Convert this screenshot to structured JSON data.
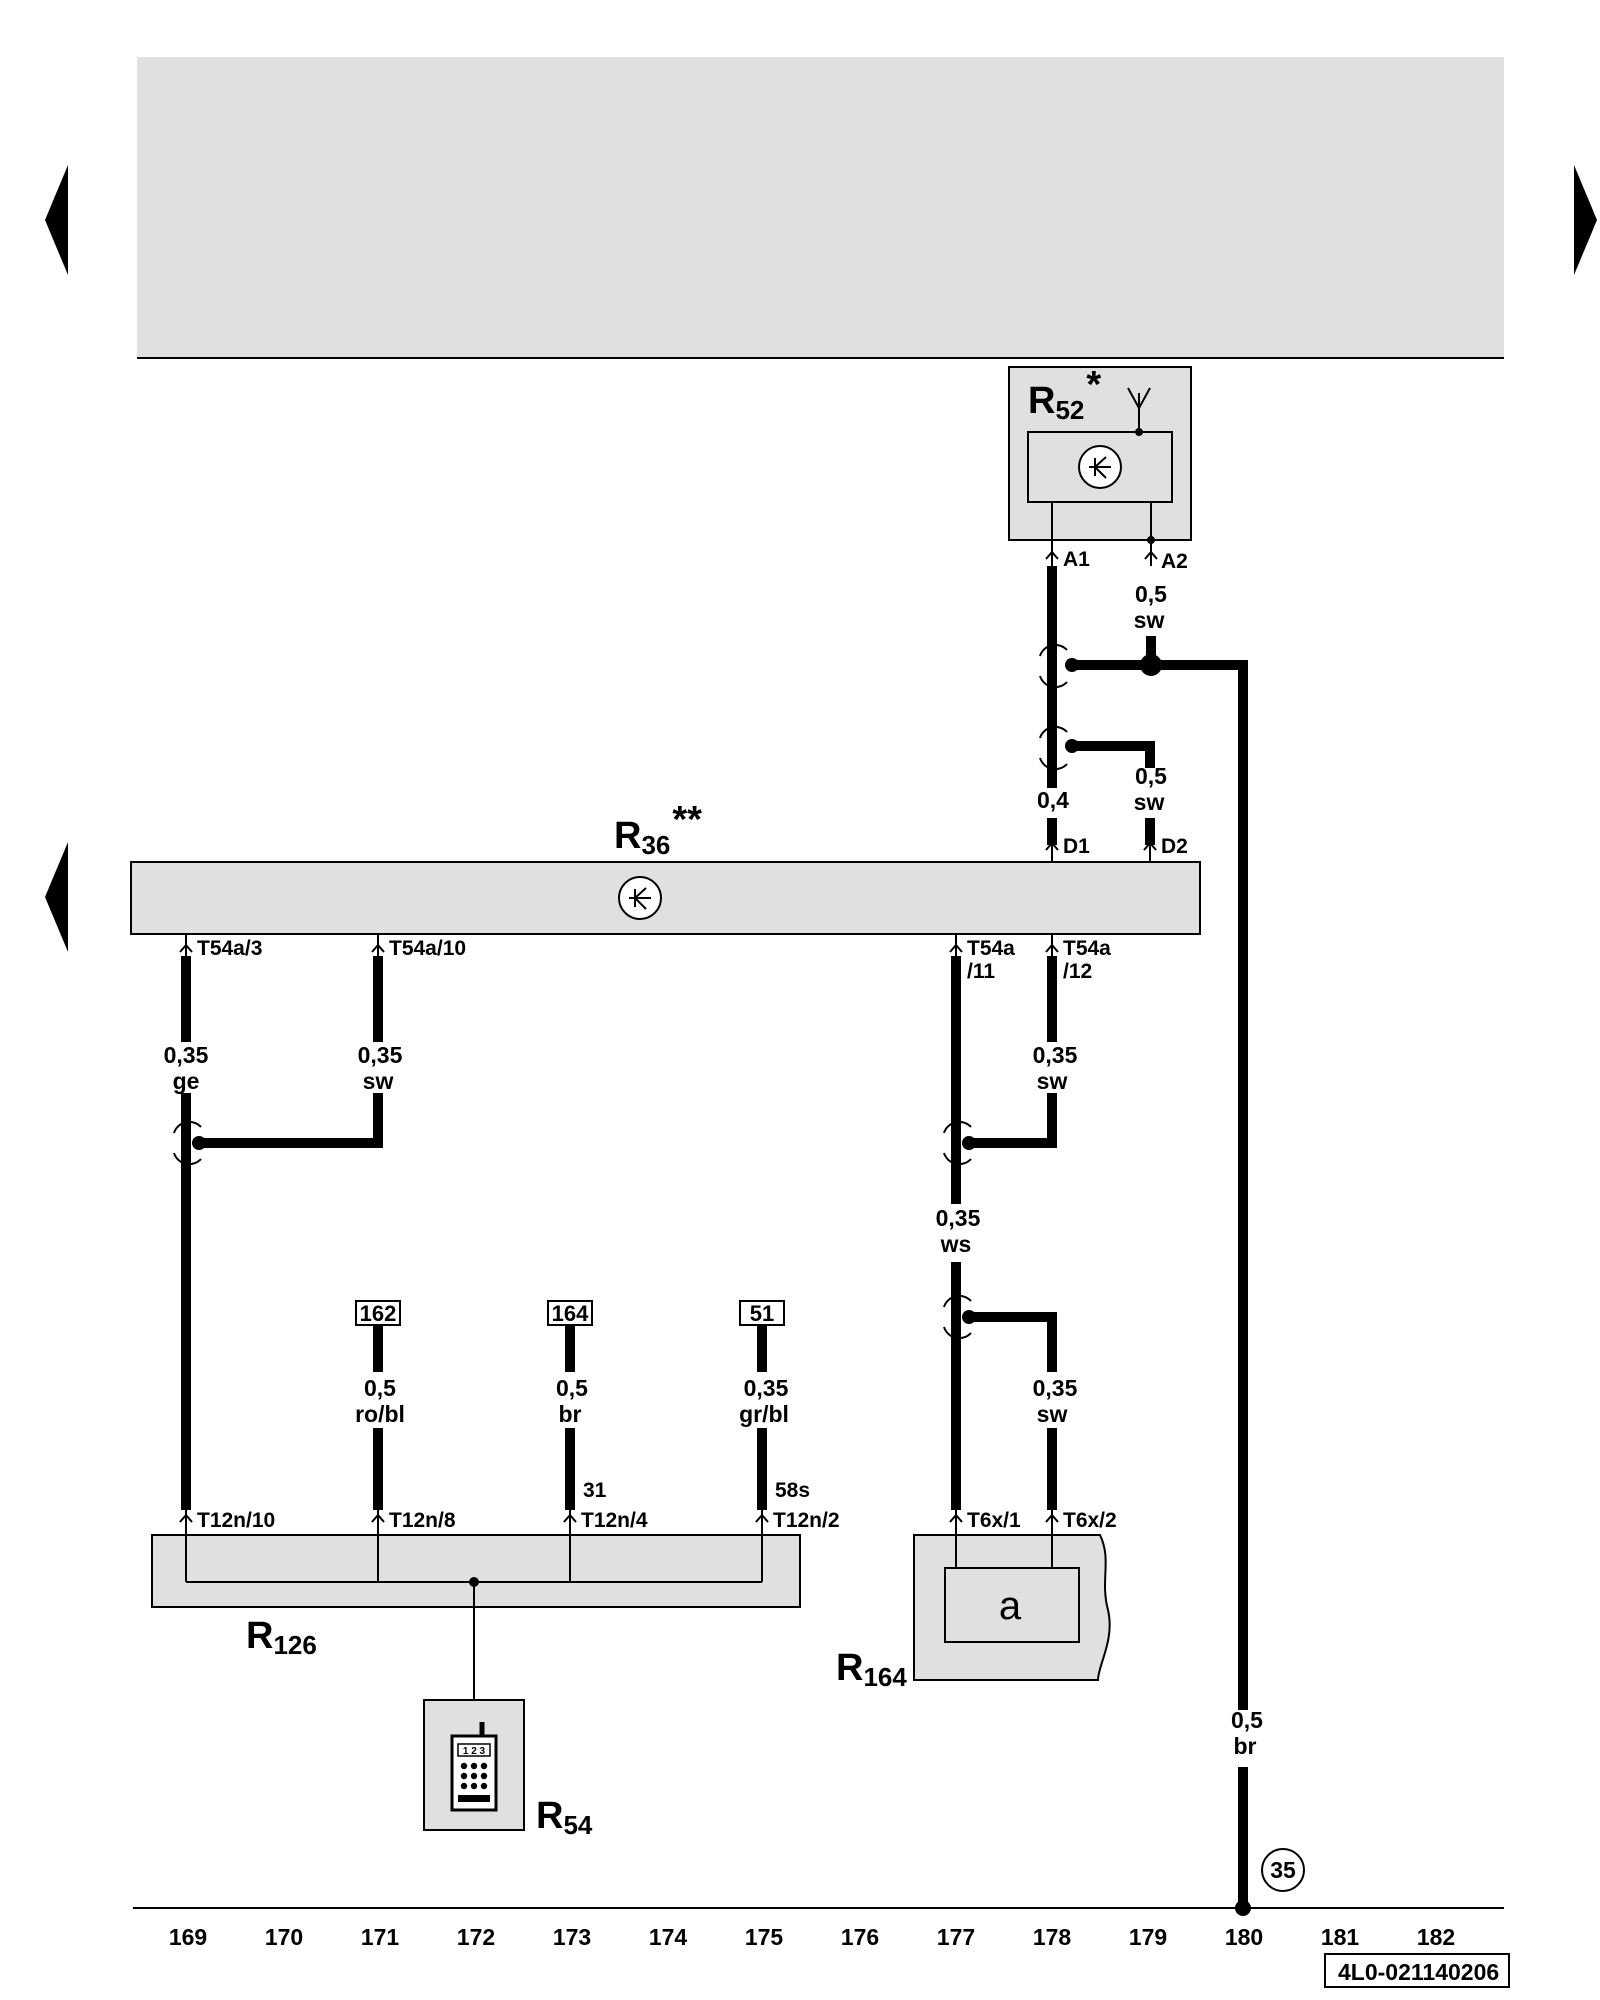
{
  "components": {
    "r52": {
      "name": "R",
      "sub": "52",
      "mark": "*"
    },
    "r36": {
      "name": "R",
      "sub": "36",
      "mark": "**"
    },
    "r126": {
      "name": "R",
      "sub": "126"
    },
    "r164": {
      "name": "R",
      "sub": "164",
      "inner": "a"
    },
    "r54": {
      "name": "R",
      "sub": "54",
      "keypad": "1 2 3"
    }
  },
  "pins": {
    "a1": "A1",
    "a2": "A2",
    "d1": "D1",
    "d2": "D2",
    "t54a3": "T54a/3",
    "t54a10": "T54a/10",
    "t54a11a": "T54a",
    "t54a11b": "/11",
    "t54a12a": "T54a",
    "t54a12b": "/12",
    "t12n10": "T12n/10",
    "t12n8": "T12n/8",
    "t12n4": "T12n/4",
    "t12n2": "T12n/2",
    "t6x1": "T6x/1",
    "t6x2": "T6x/2",
    "term31": "31",
    "term58s": "58s"
  },
  "wires": {
    "w_a2": {
      "size": "0,5",
      "color": "sw"
    },
    "w_d2": {
      "size": "0,5",
      "color": "sw"
    },
    "w_d1": {
      "size": "0,4",
      "color": ""
    },
    "w_t3": {
      "size": "0,35",
      "color": "ge"
    },
    "w_t10": {
      "size": "0,35",
      "color": "sw"
    },
    "w_t12": {
      "size": "0,35",
      "color": "sw"
    },
    "w_t11": {
      "size": "0,35",
      "color": "ws"
    },
    "w_t6x2": {
      "size": "0,35",
      "color": "sw"
    },
    "w_171": {
      "size": "0,5",
      "color": "ro/bl"
    },
    "w_173": {
      "size": "0,5",
      "color": "br"
    },
    "w_175": {
      "size": "0,35",
      "color": "gr/bl"
    },
    "w_ground": {
      "size": "0,5",
      "color": "br"
    }
  },
  "refs": {
    "r162": "162",
    "r164": "164",
    "r51": "51"
  },
  "ground_point": "35",
  "columns": [
    "169",
    "170",
    "171",
    "172",
    "173",
    "174",
    "175",
    "176",
    "177",
    "178",
    "179",
    "180",
    "181",
    "182"
  ],
  "doc_number": "4L0-021140206"
}
